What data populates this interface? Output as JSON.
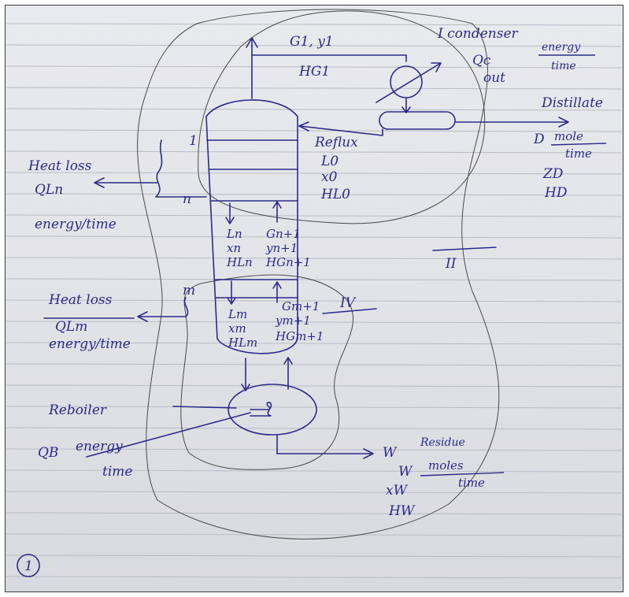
{
  "ink_color": "#2d2a8a",
  "paper_color": "#e4e5e9",
  "rule_color": "#b9bcc6",
  "page_number": "1",
  "top_vapor": {
    "stream": "G1, y1",
    "enthalpy": "HG1"
  },
  "condenser": {
    "label": "I  condenser",
    "heat": "Qc",
    "heat_units": "energy",
    "heat_units_denominator": "time",
    "heat_direction": "out"
  },
  "distillate": {
    "label": "Distillate",
    "flow": "D",
    "flow_units": "mole",
    "flow_units_denominator": "time",
    "composition": "ZD",
    "enthalpy": "HD"
  },
  "reflux": {
    "label": "Reflux",
    "flow": "L0",
    "composition": "x0",
    "enthalpy": "HL0"
  },
  "column": {
    "top_tray": "1",
    "tray_n": "n",
    "tray_m": "m"
  },
  "heat_loss_n": {
    "label": "Heat loss",
    "symbol": "QLn",
    "units": "energy/time"
  },
  "heat_loss_m": {
    "label": "Heat loss",
    "symbol": "QLm",
    "units": "energy/time"
  },
  "section_n": {
    "liquid": [
      "Ln",
      "xn",
      "HLn"
    ],
    "vapor": [
      "Gn+1",
      "yn+1",
      "HGn+1"
    ]
  },
  "section_m": {
    "liquid": [
      "Lm",
      "xm",
      "HLm"
    ],
    "vapor": [
      "Gm+1",
      "ym+1",
      "HGm+1"
    ]
  },
  "envelope_labels": {
    "two": "II",
    "four": "IV"
  },
  "reboiler": {
    "label": "Reboiler",
    "heat": "QB",
    "heat_units": "energy",
    "heat_units_denominator": "time"
  },
  "residue": {
    "label": "Residue",
    "flow": "W",
    "flow_symbol": "W",
    "flow_units": "moles",
    "flow_units_denominator": "time",
    "composition": "xW",
    "enthalpy": "HW"
  }
}
